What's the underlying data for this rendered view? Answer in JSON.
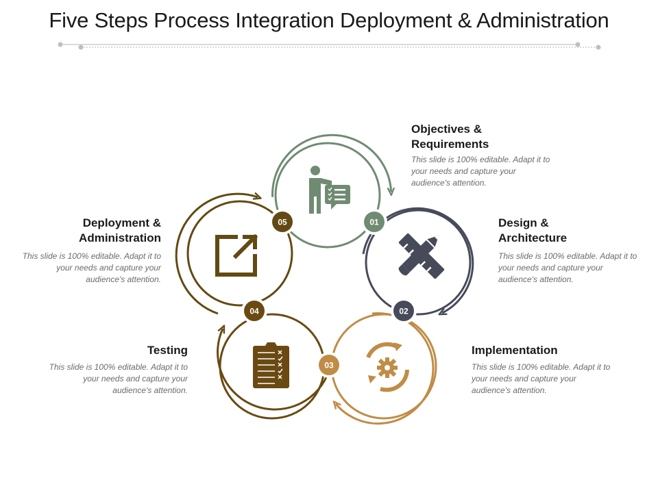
{
  "title": "Five Steps Process Integration Deployment & Administration",
  "colors": {
    "step1": "#6f8b72",
    "step2": "#474b59",
    "step3": "#c08c46",
    "step4": "#6a4a12",
    "step5": "#624a12"
  },
  "steps": [
    {
      "number": "01",
      "title_line1": "Objectives &",
      "title_line2": "Requirements",
      "desc": "This slide is 100% editable. Adapt it to your needs and capture your audience's attention.",
      "icon": "presenter-checklist-icon"
    },
    {
      "number": "02",
      "title_line1": "Design &",
      "title_line2": "Architecture",
      "desc": "This slide is 100% editable. Adapt it to your needs and capture your audience's attention.",
      "icon": "pencil-ruler-icon"
    },
    {
      "number": "03",
      "title_line1": "Implementation",
      "title_line2": "",
      "desc": "This slide is 100% editable. Adapt it to your needs and capture your audience's attention.",
      "icon": "gear-cycle-icon"
    },
    {
      "number": "04",
      "title_line1": "Testing",
      "title_line2": "",
      "desc": "This slide is 100% editable. Adapt it to your needs and capture your audience's attention.",
      "icon": "clipboard-checklist-icon"
    },
    {
      "number": "05",
      "title_line1": "Deployment &",
      "title_line2": "Administration",
      "desc": "This slide is 100% editable. Adapt it to your needs and capture your audience's attention.",
      "icon": "external-link-icon"
    }
  ]
}
